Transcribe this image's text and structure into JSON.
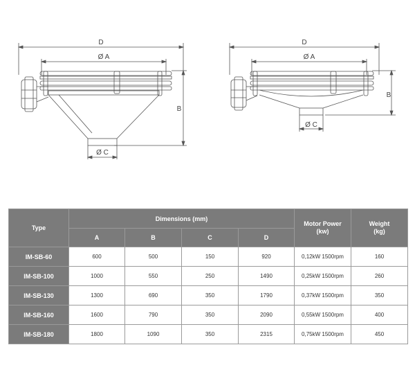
{
  "drawings": [
    {
      "labels": {
        "d": "D",
        "a": "Ø A",
        "b": "B",
        "c": "Ø C"
      }
    },
    {
      "labels": {
        "d": "D",
        "a": "Ø A",
        "b": "B",
        "c": "Ø C"
      }
    }
  ],
  "table": {
    "type_header": "Type",
    "dimensions_header": "Dimensions (mm)",
    "dimension_columns": [
      "A",
      "B",
      "C",
      "D"
    ],
    "motor_header_line1": "Motor Power",
    "motor_header_line2": "(kw)",
    "weight_header_line1": "Weight",
    "weight_header_line2": "(kg)",
    "rows": [
      {
        "type": "IM-SB-60",
        "a": "600",
        "b": "500",
        "c": "150",
        "d": "920",
        "motor": "0,12kW 1500rpm",
        "weight": "160"
      },
      {
        "type": "IM-SB-100",
        "a": "1000",
        "b": "550",
        "c": "250",
        "d": "1490",
        "motor": "0,25kW 1500rpm",
        "weight": "260"
      },
      {
        "type": "IM-SB-130",
        "a": "1300",
        "b": "690",
        "c": "350",
        "d": "1790",
        "motor": "0,37kW 1500rpm",
        "weight": "350"
      },
      {
        "type": "IM-SB-160",
        "a": "1600",
        "b": "790",
        "c": "350",
        "d": "2090",
        "motor": "0,55kW 1500rpm",
        "weight": "400"
      },
      {
        "type": "IM-SB-180",
        "a": "1800",
        "b": "1090",
        "c": "350",
        "d": "2315",
        "motor": "0,75kW 1500rpm",
        "weight": "450"
      }
    ]
  }
}
